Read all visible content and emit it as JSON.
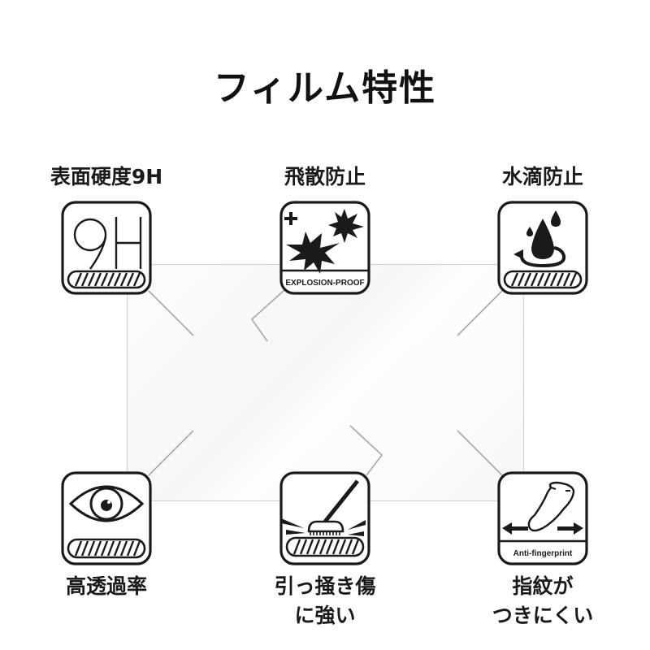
{
  "title": "フィルム特性",
  "features": [
    {
      "id": "hardness",
      "label": "表面硬度9H",
      "icon": "9h-hardness-icon",
      "icon_text": "9H"
    },
    {
      "id": "explosion",
      "label": "飛散防止",
      "icon": "explosion-proof-icon",
      "icon_text": "EXPLOSION-PROOF"
    },
    {
      "id": "water",
      "label": "水滴防止",
      "icon": "water-drop-icon"
    },
    {
      "id": "transparency",
      "label": "高透過率",
      "icon": "eye-icon"
    },
    {
      "id": "scratch",
      "label_line1": "引っ掻き傷",
      "label_line2": "に強い",
      "icon": "scratch-brush-icon"
    },
    {
      "id": "fingerprint",
      "label_line1": "指紋が",
      "label_line2": "つきにくい",
      "icon": "anti-fingerprint-icon",
      "icon_text": "Anti-fingerprint"
    }
  ],
  "colors": {
    "ink": "#1a1a1a",
    "leader": "#a8a8a8",
    "film_border": "#cfcfcf"
  }
}
